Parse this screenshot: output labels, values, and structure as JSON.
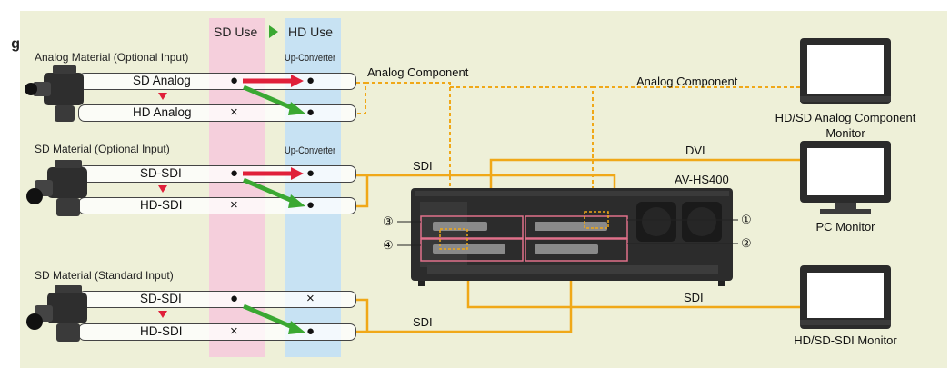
{
  "title_fragment": "g",
  "columns": {
    "sd_use": "SD Use",
    "hd_use": "HD Use"
  },
  "up_converter_label": "Up-Converter",
  "groups": [
    {
      "label": "Analog Material (Optional Input)",
      "rows": [
        {
          "name": "SD Analog",
          "sd": "●",
          "hd": "●"
        },
        {
          "name": "HD Analog",
          "sd": "×",
          "hd": "●"
        }
      ]
    },
    {
      "label": "SD Material (Optional Input)",
      "rows": [
        {
          "name": "SD-SDI",
          "sd": "●",
          "hd": "●"
        },
        {
          "name": "HD-SDI",
          "sd": "×",
          "hd": "●"
        }
      ]
    },
    {
      "label": "SD Material (Standard Input)",
      "rows": [
        {
          "name": "SD-SDI",
          "sd": "●",
          "hd": "×"
        },
        {
          "name": "HD-SDI",
          "sd": "×",
          "hd": "●"
        }
      ]
    }
  ],
  "connections": {
    "analog_component_left": "Analog Component",
    "analog_component_right": "Analog Component",
    "sdi_top": "SDI",
    "dvi": "DVI",
    "sdi_right": "SDI",
    "sdi_bottom": "SDI"
  },
  "device": {
    "name": "AV-HS400"
  },
  "slots": {
    "s1": "①",
    "s2": "②",
    "s3": "③",
    "s4": "④"
  },
  "monitors": {
    "analog": [
      "HD/SD Analog Component",
      "Monitor"
    ],
    "pc": "PC Monitor",
    "sdi": "HD/SD-SDI Monitor"
  },
  "colors": {
    "background": "#eef0d8",
    "sd_band": "#f5cfdc",
    "hd_band": "#c7e2f3",
    "cable": "#f0a818",
    "arrow_red": "#e0203a",
    "arrow_green": "#3aa832",
    "slot_outline": "#e0708a"
  }
}
